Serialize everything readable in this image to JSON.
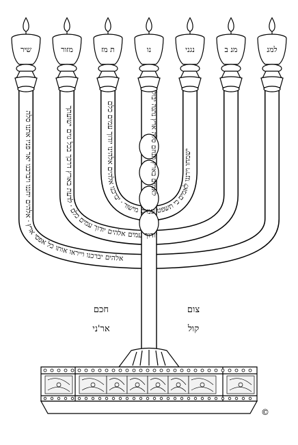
{
  "cups": [
    {
      "label": "שיר"
    },
    {
      "label": "מזור"
    },
    {
      "label": "ת מז"
    },
    {
      "label": "נו"
    },
    {
      "label": "נגני"
    },
    {
      "label": "מנ ב"
    },
    {
      "label": "למנ"
    }
  ],
  "branches": [
    {
      "text": "אלהים יברכנו וייראו אותו כל אפסי ארץ"
    },
    {
      "text": "יודוך עמים אלהים יודוך עמים כלם"
    },
    {
      "text": "ישמחו וירננו לאמים כי תשפט עמים מישור"
    },
    {
      "text": "לאמים בארץ תנחם סלה ארץ נתנה יבולה"
    },
    {
      "text": "יברכנו אלהים אלהינו יודוך עמים כלם"
    },
    {
      "text": "לדעת בארץ דרכך בכל גוים ישועתך"
    },
    {
      "text": "אלהים יחננו ויברכנו יאר פניו אתנו סלה"
    }
  ],
  "left_labels": {
    "line1": "חכם",
    "line2": "אר'ני"
  },
  "right_labels": {
    "line1": "צום",
    "line2": "קול"
  },
  "copyright": "©",
  "colors": {
    "ink": "#000000",
    "paper": "#ffffff",
    "flame": "#ffffff"
  },
  "icons": [
    "flame-icon",
    "copyright-icon"
  ]
}
